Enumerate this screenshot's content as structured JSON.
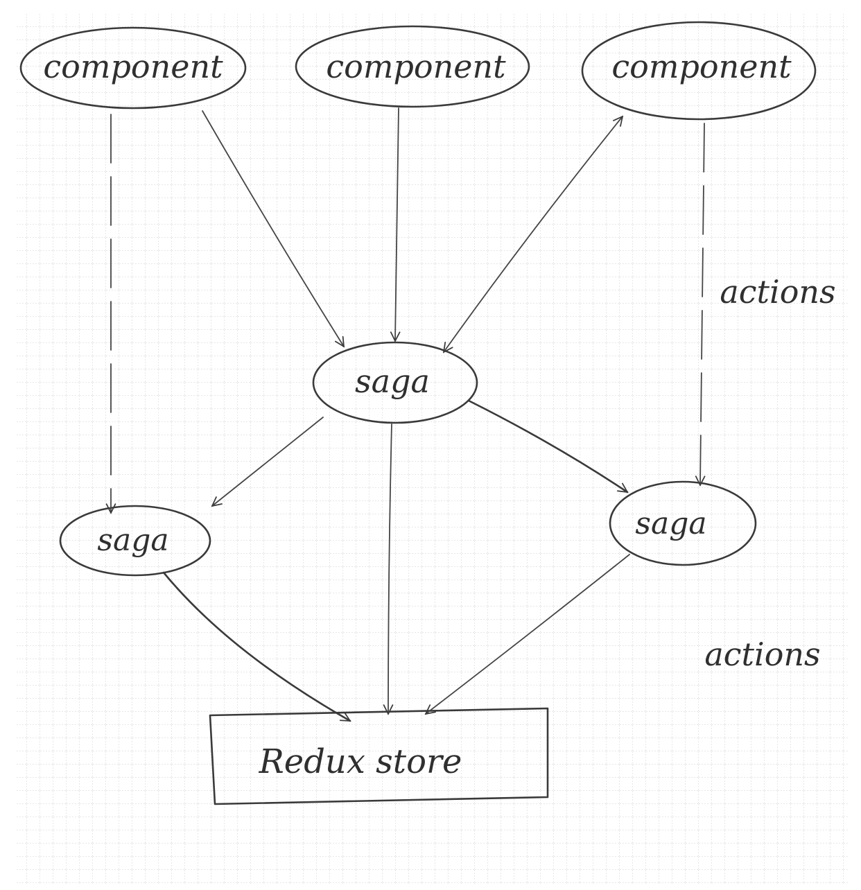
{
  "nodes": {
    "component_left": "component",
    "component_center": "component",
    "component_right": "component",
    "saga_center": "saga",
    "saga_left": "saga",
    "saga_right": "saga",
    "store": "Redux store"
  },
  "labels": {
    "actions_upper": "actions",
    "actions_lower": "actions"
  },
  "colors": {
    "ink": "#3a3a3a",
    "grid": "#c8c8c8",
    "paper": "#ffffff"
  }
}
